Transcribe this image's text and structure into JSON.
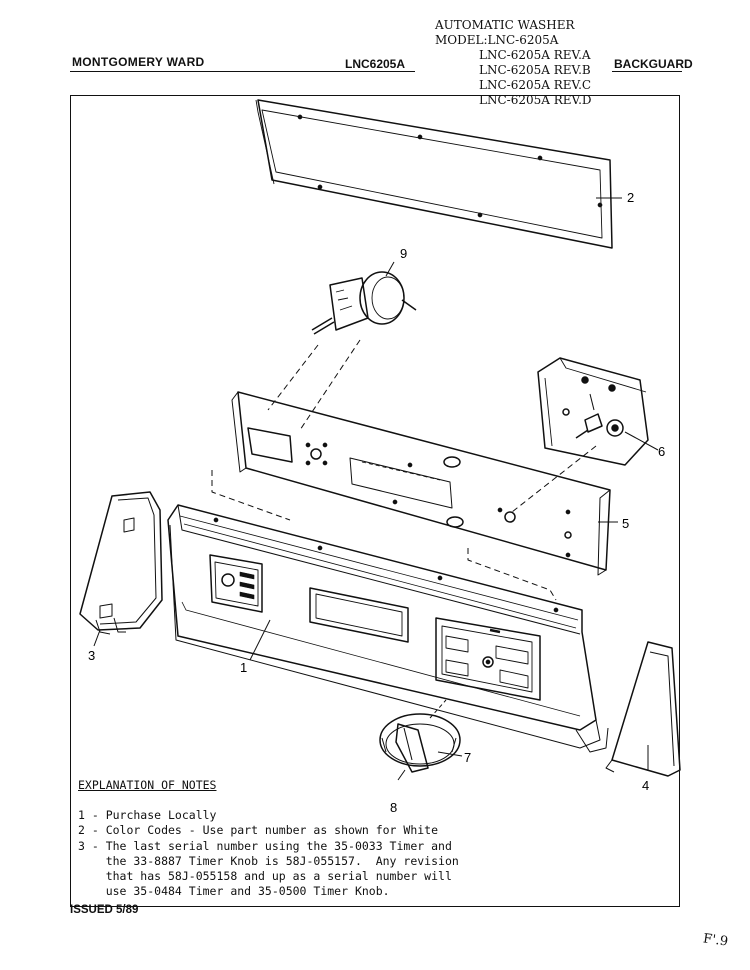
{
  "header": {
    "brand": "MONTGOMERY WARD",
    "model": "LNC6205A",
    "section": "BACKGUARD"
  },
  "model_block": {
    "line1": "AUTOMATIC WASHER",
    "line2": "MODEL:LNC-6205A",
    "rev_a": "LNC-6205A REV.A",
    "rev_b": "LNC-6205A REV.B",
    "rev_c": "LNC-6205A REV.C",
    "rev_d": "LNC-6205A REV.D"
  },
  "callouts": {
    "c1": "1",
    "c2": "2",
    "c3": "3",
    "c4": "4",
    "c5": "5",
    "c6": "6",
    "c7": "7",
    "c8": "8",
    "c9": "9"
  },
  "notes": {
    "title": "EXPLANATION OF NOTES",
    "items": [
      "1 - Purchase Locally",
      "2 - Color Codes - Use part number as shown for White",
      "3 - The last serial number using the 35-0033 Timer and",
      "    the 33-8887 Timer Knob is 58J-055157.  Any revision",
      "    that has 58J-055158 and up as a serial number will",
      "    use 35-0484 Timer and 35-0500 Timer Knob."
    ]
  },
  "footer": {
    "issued": "ISSUED 5/89",
    "mark": "F'.9"
  }
}
